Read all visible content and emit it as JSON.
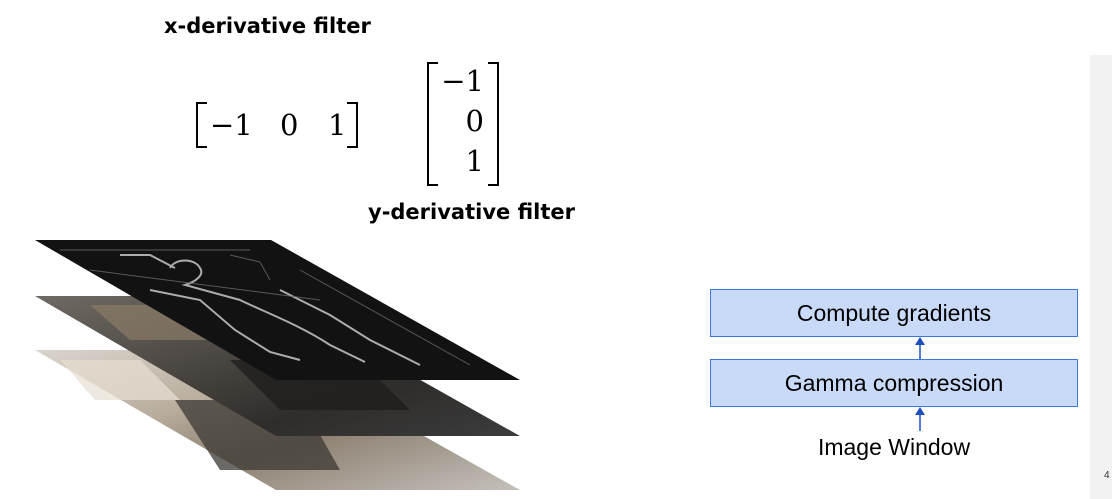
{
  "x_filter": {
    "label": "x-derivative filter",
    "values": [
      "−1",
      "0",
      "1"
    ]
  },
  "y_filter": {
    "label": "y-derivative filter",
    "values": [
      "−1",
      "0",
      "1"
    ]
  },
  "pipeline": {
    "step_top": "Compute gradients",
    "step_middle": "Gamma compression",
    "input": "Image Window"
  },
  "colors": {
    "box_fill": "#c9daf8",
    "box_border": "#3c78d8",
    "arrow": "#1f4fbf"
  },
  "corner_mark": "4",
  "layers": [
    {
      "name": "gradient-magnitude-layer"
    },
    {
      "name": "gamma-compressed-layer"
    },
    {
      "name": "image-window-layer"
    }
  ]
}
